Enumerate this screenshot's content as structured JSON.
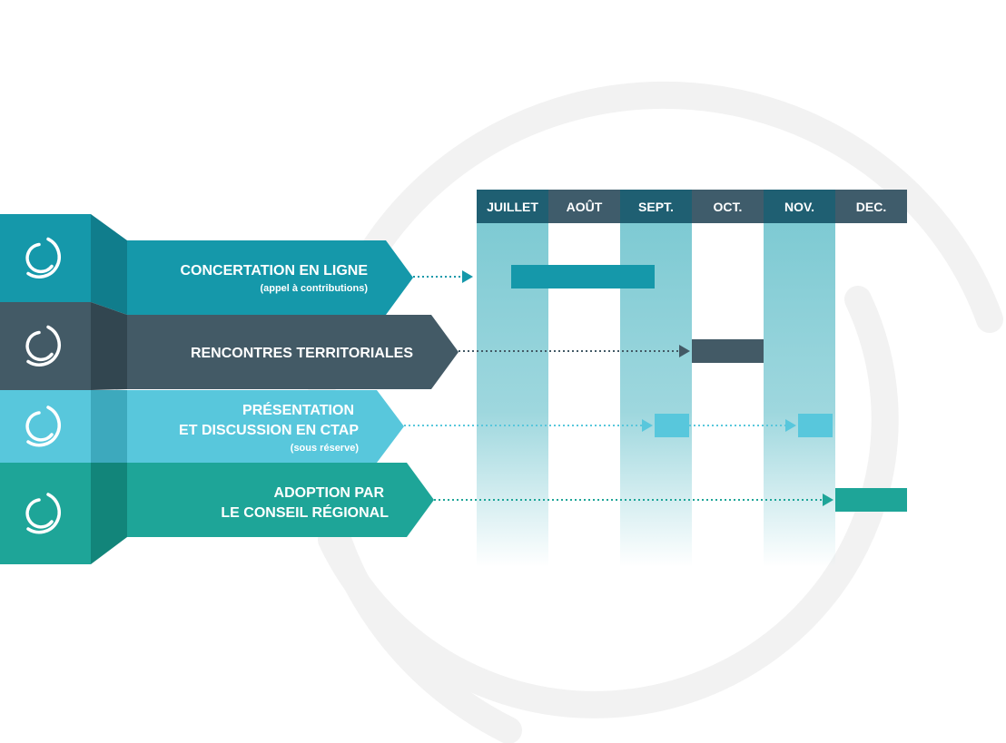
{
  "months": [
    "JUILLET",
    "AOÛT",
    "SEPT.",
    "OCT.",
    "NOV.",
    "DEC."
  ],
  "steps": [
    {
      "title_lines": [
        "CONCERTATION EN LIGNE"
      ],
      "subtitle": "(appel à contributions)",
      "color": "#1598aa",
      "bars": [
        {
          "start": "JUILLET",
          "end": "SEPT."
        }
      ]
    },
    {
      "title_lines": [
        "RENCONTRES TERRITORIALES"
      ],
      "subtitle": "",
      "color": "#435a66",
      "bars": [
        {
          "start": "OCT.",
          "end": "OCT."
        }
      ]
    },
    {
      "title_lines": [
        "PRÉSENTATION",
        "ET DISCUSSION EN CTAP"
      ],
      "subtitle": "(sous réserve)",
      "color": "#58c7dc",
      "bars": [
        {
          "start": "SEPT.",
          "end": "SEPT."
        },
        {
          "start": "NOV.",
          "end": "NOV."
        }
      ]
    },
    {
      "title_lines": [
        "ADOPTION PAR",
        "LE CONSEIL RÉGIONAL"
      ],
      "subtitle": "",
      "color": "#1ea598",
      "bars": [
        {
          "start": "DEC.",
          "end": "DEC."
        }
      ]
    }
  ],
  "colors": {
    "header_dark": "#1f5f72",
    "header_light": "#3f5c6b",
    "column_tint": "#7ecad3",
    "watermark": "#f2f2f2",
    "logo_ring": "#ffffff"
  },
  "icons": [
    "circle-logo-icon",
    "dotted-arrow-icon"
  ]
}
